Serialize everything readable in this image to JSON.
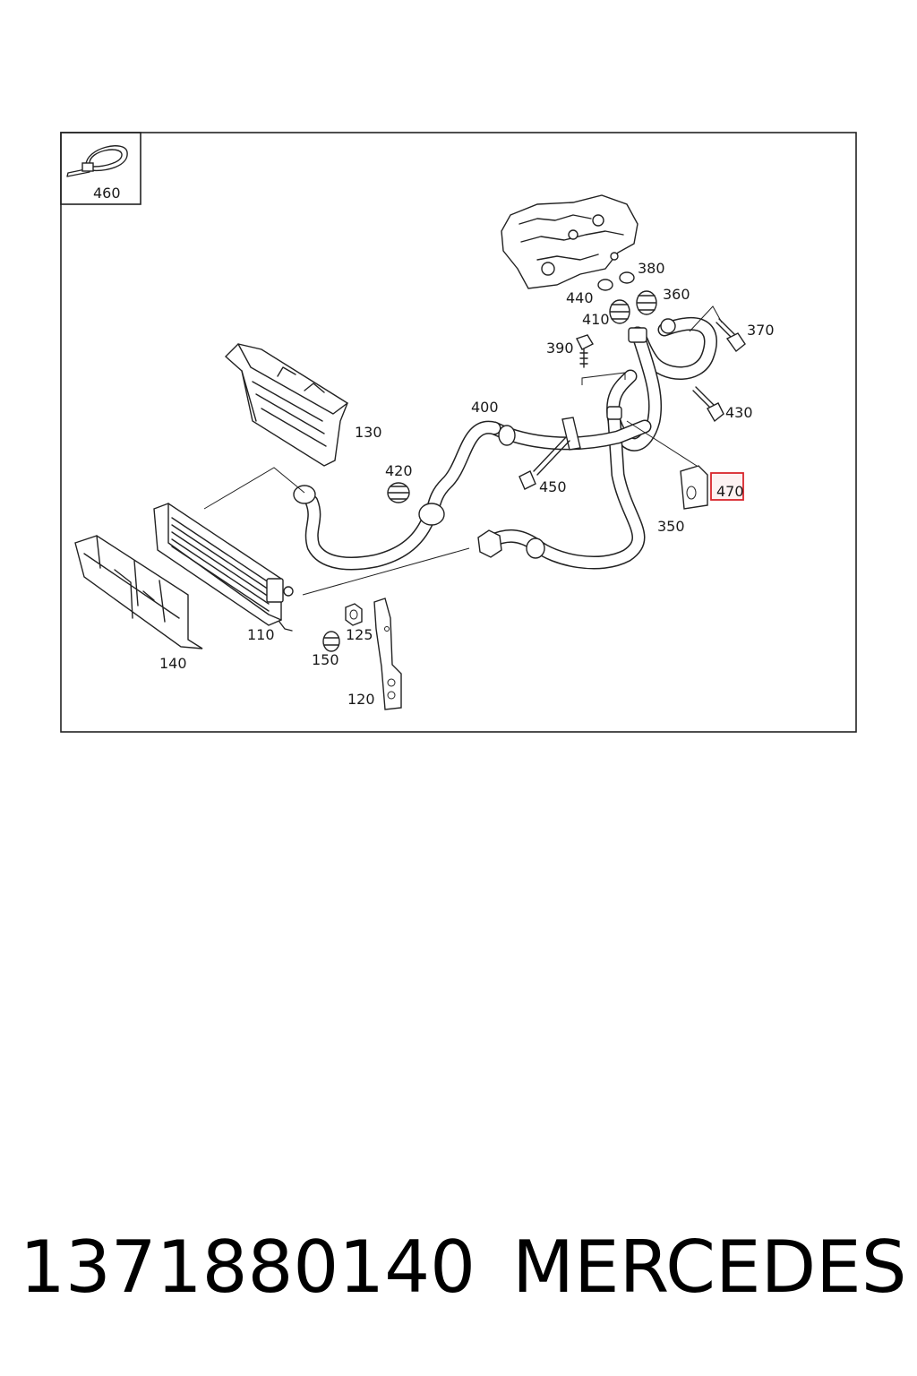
{
  "caption": {
    "part_number": "1371880140",
    "brand": "MERCEDES"
  },
  "highlight_color": "#d9262c",
  "callouts": {
    "c460": "460",
    "c380": "380",
    "c440": "440",
    "c360": "360",
    "c410": "410",
    "c370": "370",
    "c390": "390",
    "c400": "400",
    "c430": "430",
    "c130": "130",
    "c420": "420",
    "c450": "450",
    "c470": "470",
    "c350": "350",
    "c110": "110",
    "c125": "125",
    "c140": "140",
    "c150": "150",
    "c120": "120"
  },
  "highlighted_callout": "470"
}
